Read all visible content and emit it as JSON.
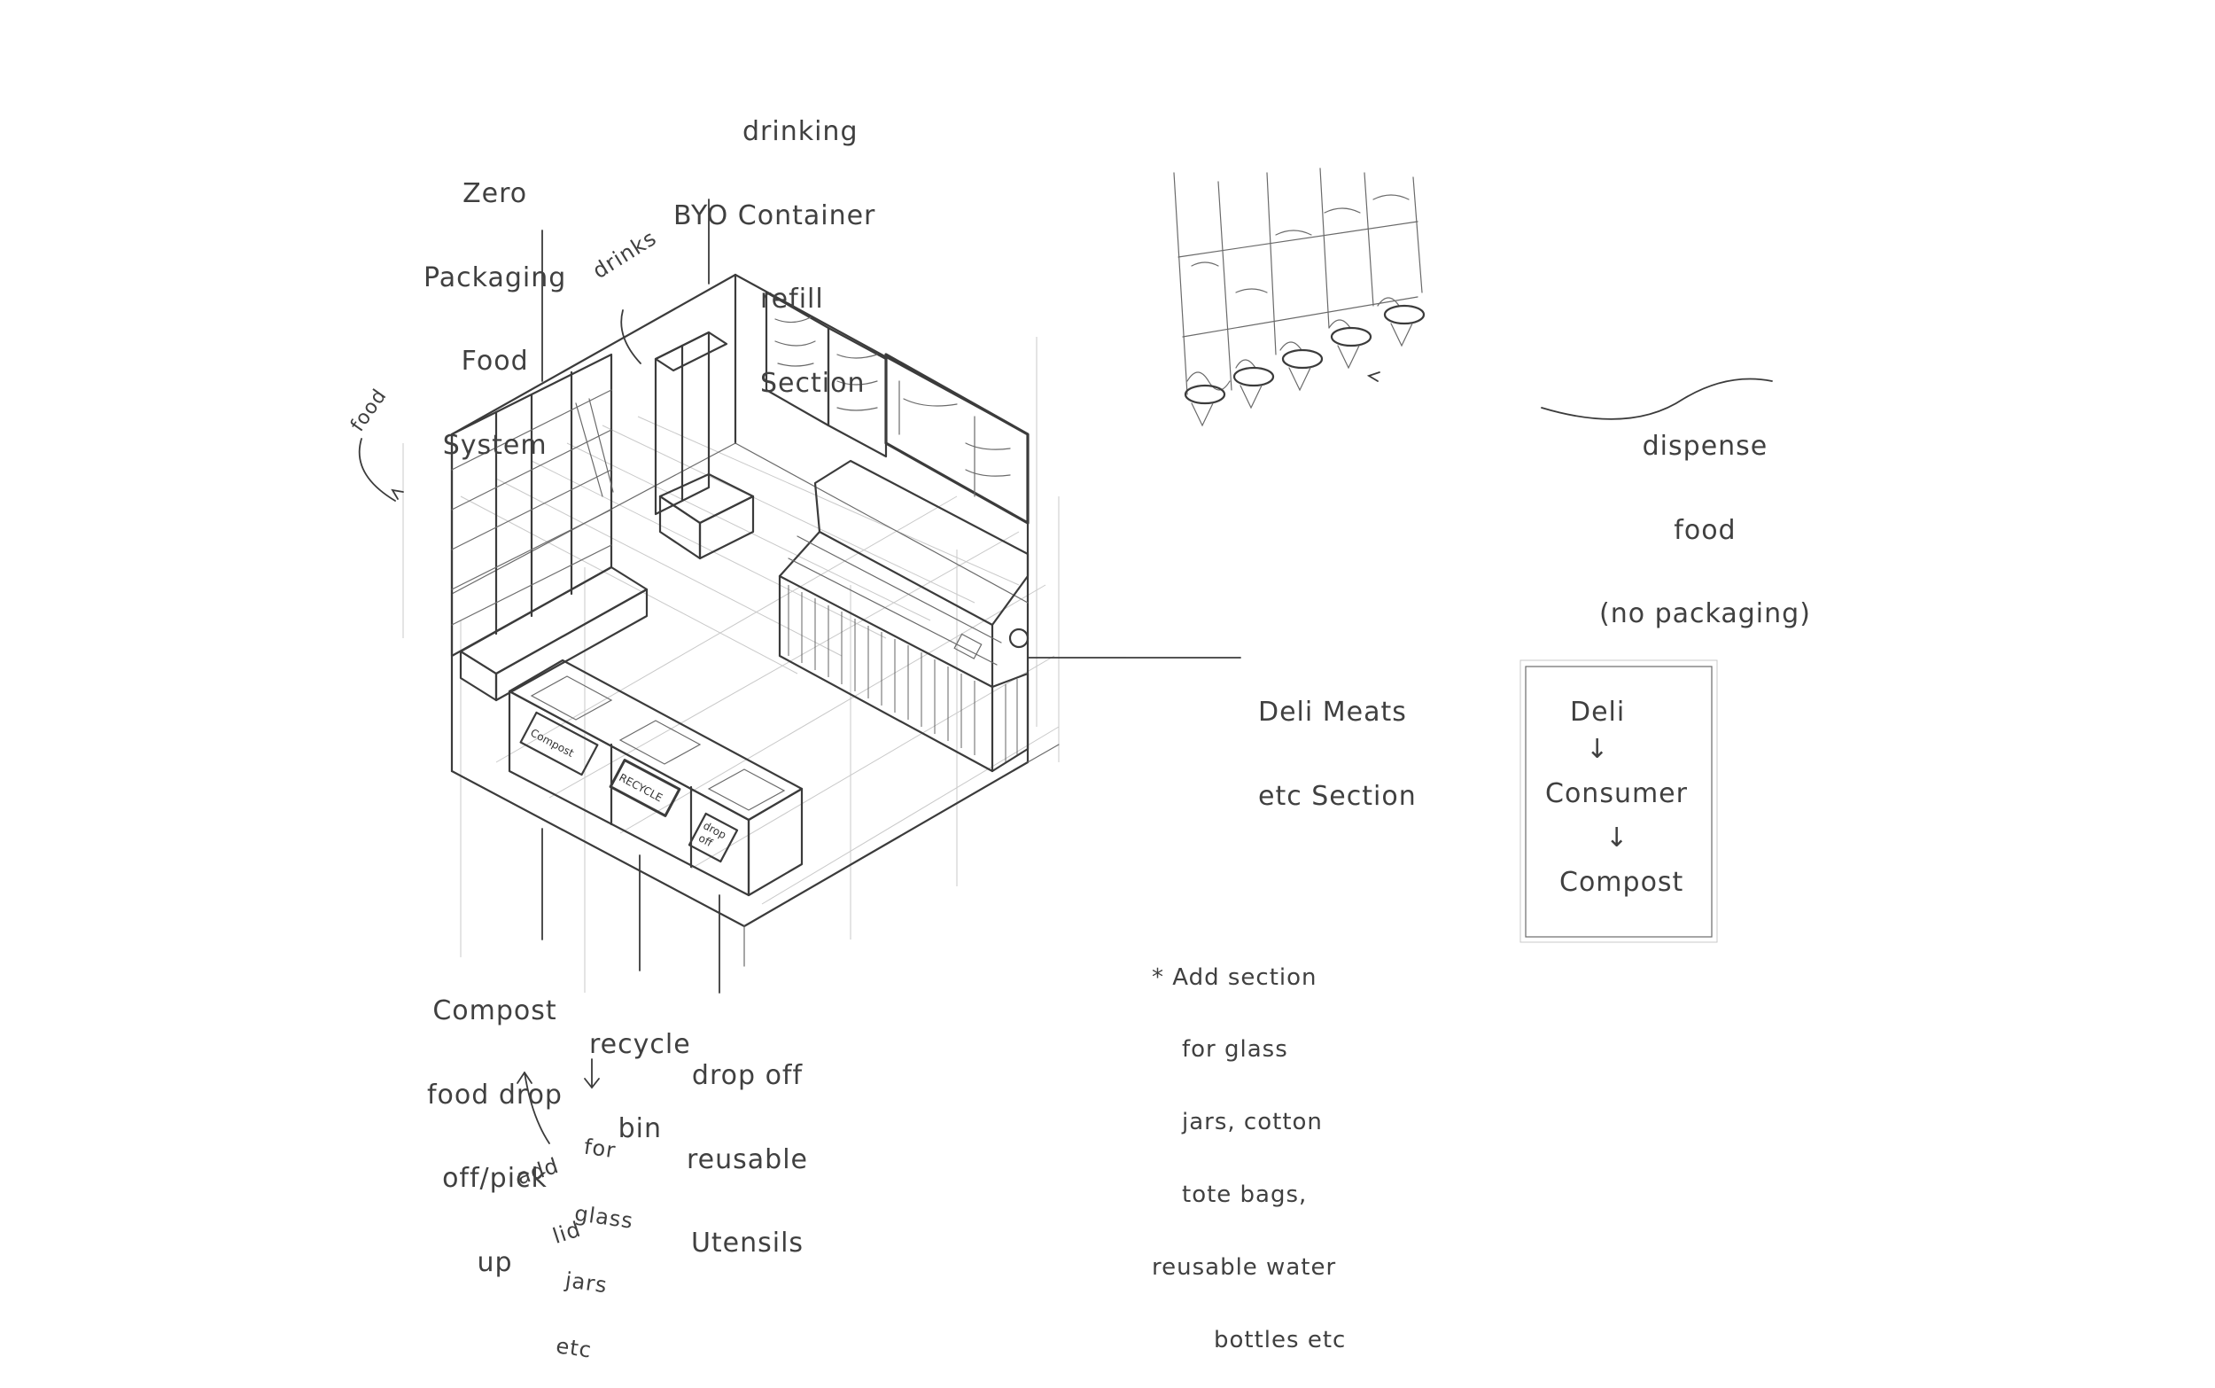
{
  "annotations": {
    "zero_packaging": [
      "Zero",
      "Packaging",
      "Food",
      "System"
    ],
    "byo_container": [
      "drinking",
      "BYO Container",
      "refill",
      "Section"
    ],
    "drinks": "drinks",
    "food": "food",
    "deli_meats": [
      "Deli Meats",
      "etc Section"
    ],
    "dispense_food": [
      "dispense",
      "food",
      "(no packaging)"
    ],
    "compost_dropoff": [
      "Compost",
      "food drop",
      "off/pick",
      "up"
    ],
    "add_lid": [
      "add",
      "lid"
    ],
    "recycle_bin": [
      "recycle",
      "bin"
    ],
    "recycle_for": [
      "for",
      "glass",
      "jars",
      "etc"
    ],
    "drop_off_utensils": [
      "drop off",
      "reusable",
      "Utensils"
    ],
    "add_section_note": [
      "* Add section",
      "for glass",
      "jars, cotton",
      "tote bags,",
      "reusable water",
      "bottles etc"
    ]
  },
  "bin_labels": {
    "compost": "Compost",
    "recycle": "RECYCLE",
    "drop_off": [
      "drop",
      "off"
    ]
  },
  "flow_box": {
    "steps": [
      "Deli",
      "Consumer",
      "Compost"
    ],
    "arrow_glyph": "↓"
  }
}
